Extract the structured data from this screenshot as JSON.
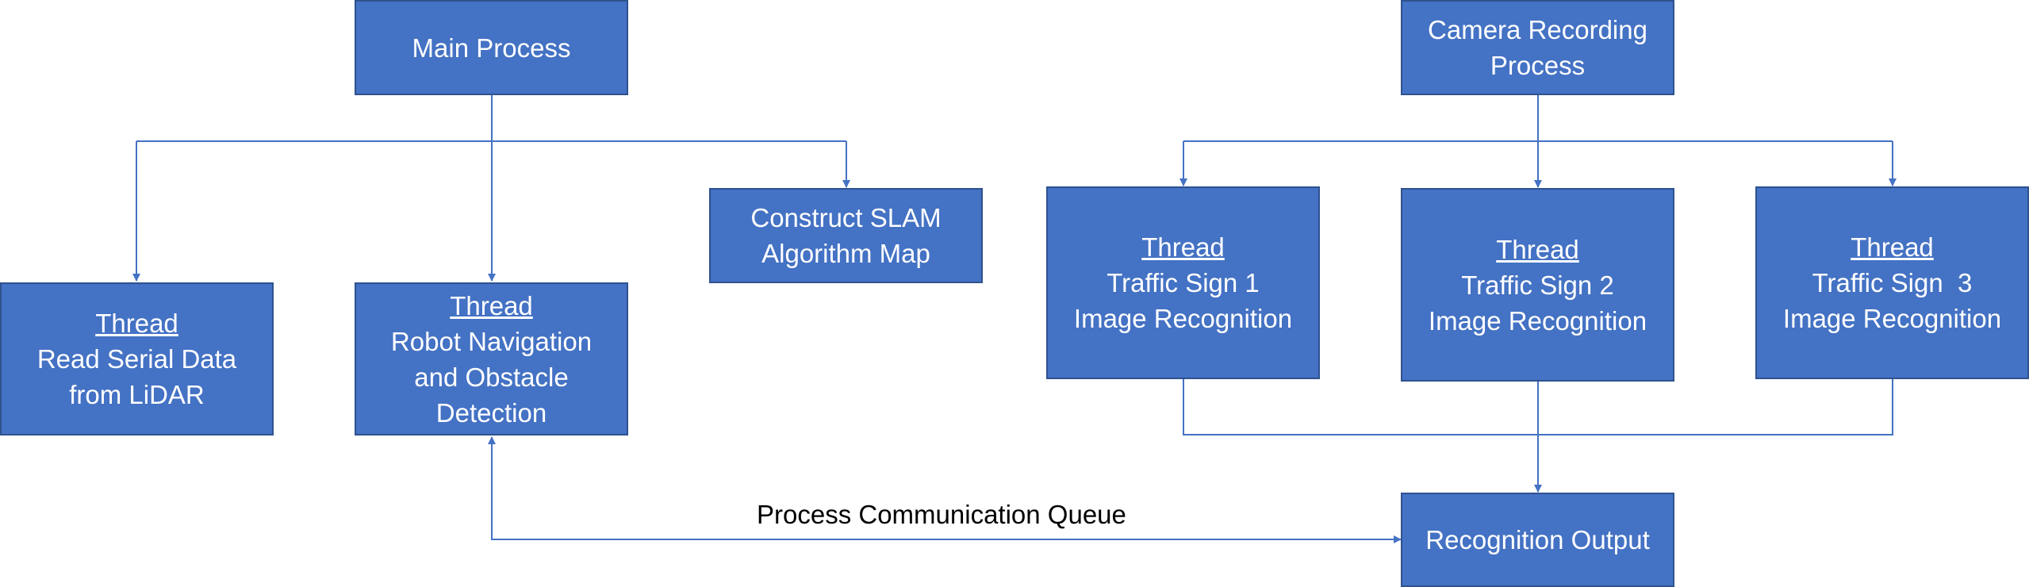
{
  "colors": {
    "box_fill": "#4472c4",
    "box_border": "#2f528f",
    "connector": "#4472c4",
    "text_on_box": "#ffffff",
    "caption_text": "#000000"
  },
  "main_process": {
    "label": "Main Process"
  },
  "slam_map": {
    "line1": "Construct SLAM",
    "line2": "Algorithm Map"
  },
  "lidar_thread": {
    "title": "Thread",
    "line1": "Read Serial Data",
    "line2": "from LiDAR"
  },
  "nav_thread": {
    "title": "Thread",
    "line1": "Robot Navigation",
    "line2": "and Obstacle",
    "line3": "Detection"
  },
  "camera_process": {
    "line1": "Camera Recording",
    "line2": "Process"
  },
  "sign1_thread": {
    "title": "Thread",
    "line1": "Traffic Sign 1",
    "line2": "Image Recognition"
  },
  "sign2_thread": {
    "title": "Thread",
    "line1": "Traffic Sign 2",
    "line2": "Image Recognition"
  },
  "sign3_thread": {
    "title": "Thread",
    "line1": "Traffic Sign  3",
    "line2": "Image Recognition"
  },
  "recognition_output": {
    "label": "Recognition Output"
  },
  "queue_label": "Process Communication Queue"
}
